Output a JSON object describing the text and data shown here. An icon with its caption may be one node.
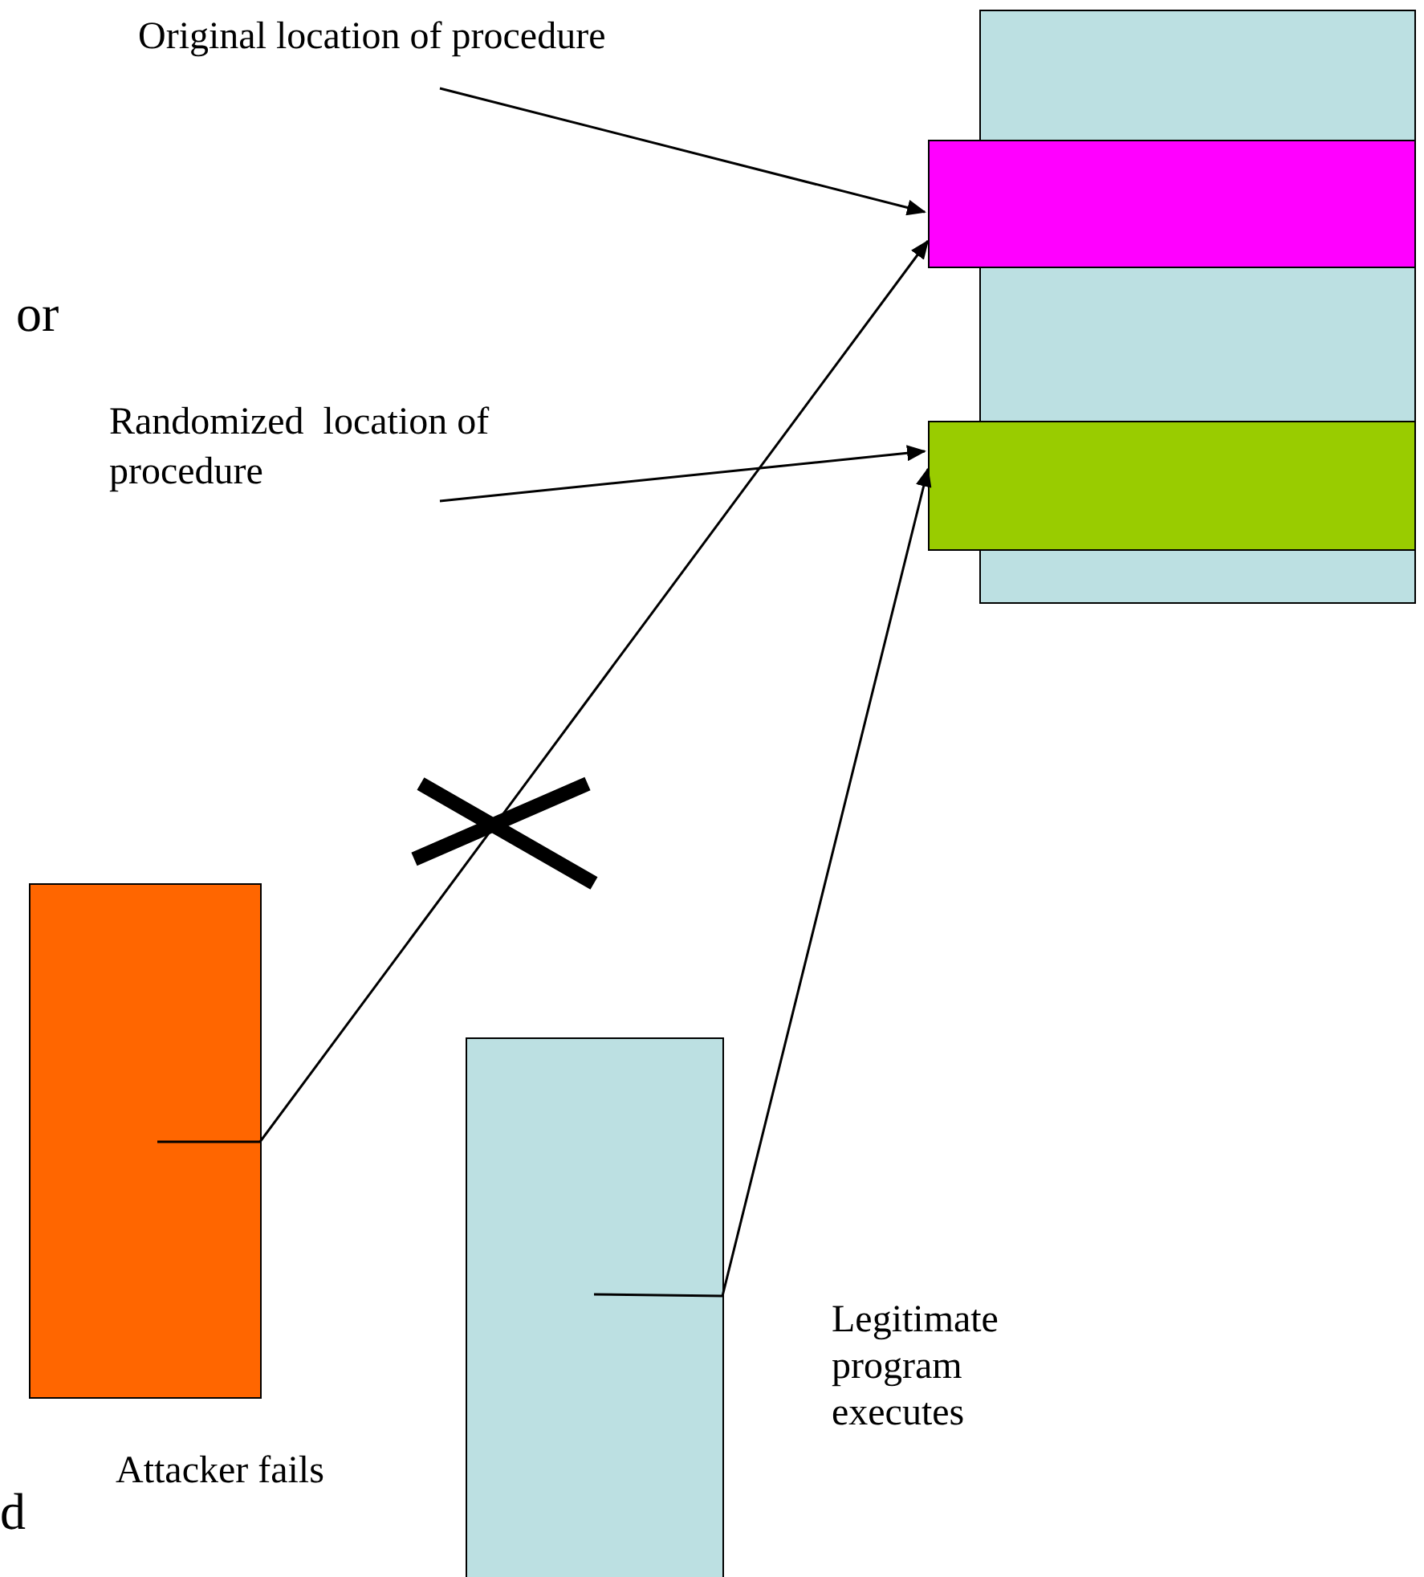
{
  "diagram": {
    "nodes": [
      {
        "text": [
          "Original location of procedure"
        ]
      },
      {
        "text": [],
        "shape": "box"
      },
      {
        "text": [],
        "shape": "box"
      },
      {
        "text": [
          "Randomized  location of procedure"
        ]
      },
      {
        "text": [],
        "shape": "box"
      },
      {
        "text": [],
        "shape": "box"
      },
      {
        "text": [],
        "shape": "box"
      }
    ],
    "edges": [
      {
        "from": 0,
        "to": 2,
        "arrow": "to"
      },
      {
        "from": 3,
        "to": 4,
        "arrow": "to"
      },
      {
        "from": 5,
        "to": 2,
        "arrow": "to"
      },
      {
        "from": 6,
        "to": 4,
        "arrow": "to"
      }
    ],
    "labels": [
      "or",
      "Attacker fails",
      "Legitimate program executes",
      "d"
    ]
  }
}
